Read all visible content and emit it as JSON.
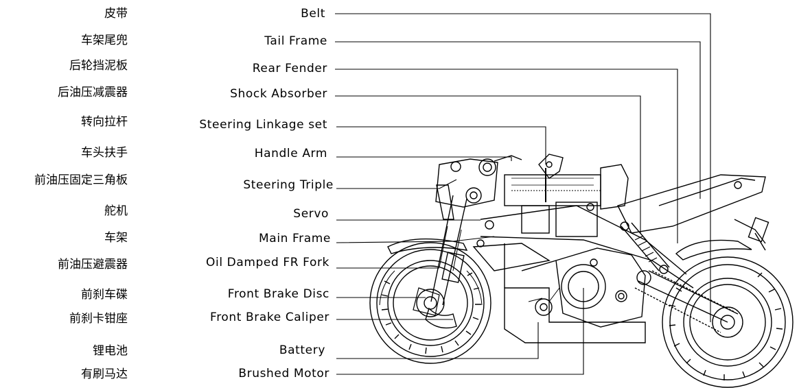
{
  "parts": [
    {
      "cn": "皮带",
      "en": "Belt"
    },
    {
      "cn": "车架尾兜",
      "en": "Tail Frame"
    },
    {
      "cn": "后轮挡泥板",
      "en": "Rear Fender"
    },
    {
      "cn": "后油压减震器",
      "en": "Shock Absorber"
    },
    {
      "cn": "转向拉杆",
      "en": "Steering Linkage set"
    },
    {
      "cn": "车头扶手",
      "en": "Handle Arm"
    },
    {
      "cn": "前油压固定三角板",
      "en": "Steering Triple"
    },
    {
      "cn": "舵机",
      "en": "Servo"
    },
    {
      "cn": "车架",
      "en": "Main Frame"
    },
    {
      "cn": "前油压避震器",
      "en": "Oil Damped FR Fork"
    },
    {
      "cn": "前刹车碟",
      "en": "Front Brake Disc"
    },
    {
      "cn": "前刹卡钳座",
      "en": "Front Brake Caliper"
    },
    {
      "cn": "锂电池",
      "en": "Battery"
    },
    {
      "cn": "有刷马达",
      "en": "Brushed Motor"
    }
  ]
}
